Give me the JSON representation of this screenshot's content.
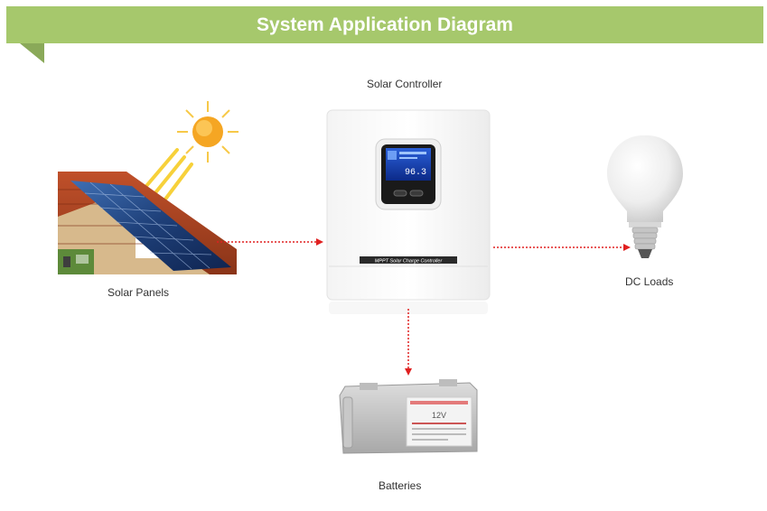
{
  "title": "System Application Diagram",
  "components": {
    "controller": {
      "label": "Solar Controller",
      "brand_text": "MPPT Solar Charge Controller",
      "display_value": "96.3"
    },
    "panels": {
      "label": "Solar Panels"
    },
    "loads": {
      "label": "DC Loads"
    },
    "batteries": {
      "label": "Batteries",
      "voltage_text": "12V"
    }
  },
  "colors": {
    "banner": "#a6c86c",
    "banner_fold": "#8aa959",
    "arrow": "#e02020",
    "sun": "#f5a623"
  },
  "icons": [
    "sun-icon",
    "solar-panel-icon",
    "light-bulb-icon",
    "battery-icon",
    "charge-controller-icon"
  ]
}
